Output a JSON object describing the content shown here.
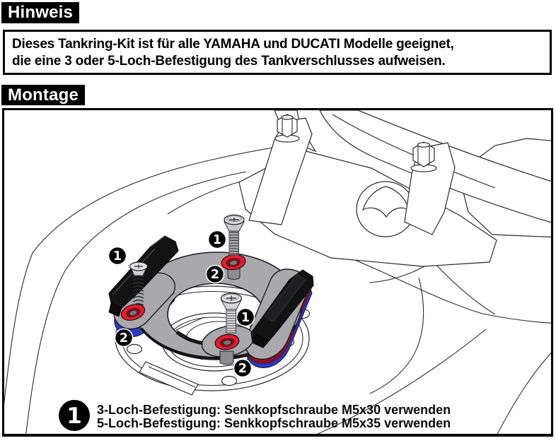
{
  "headers": {
    "hinweis": "Hinweis",
    "montage": "Montage"
  },
  "note": {
    "lines": [
      "Dieses Tankring-Kit ist für alle YAMAHA und DUCATI Modelle geeignet,",
      "die eine 3 oder 5-Loch-Befestigung des Tankverschlusses aufweisen."
    ]
  },
  "callouts": {
    "one": "1",
    "two": "2"
  },
  "legend": {
    "badge": "1",
    "lines": [
      "3-Loch-Befestigung: Senkkopfschraube M5x30 verwenden",
      "5-Loch-Befestigung: Senkkopfschraube M5x35 verwenden"
    ]
  },
  "colors": {
    "header_bg": "#000000",
    "header_text": "#ffffff",
    "line": "#2a2a2a",
    "ring_gray": "#a9a9ad",
    "hole_red": "#e81c2e",
    "hole_red_dark": "#7e0d18",
    "spacer_blue": "#2a3ac2",
    "spacer_red": "#8e1222",
    "block_black": "#131313"
  }
}
